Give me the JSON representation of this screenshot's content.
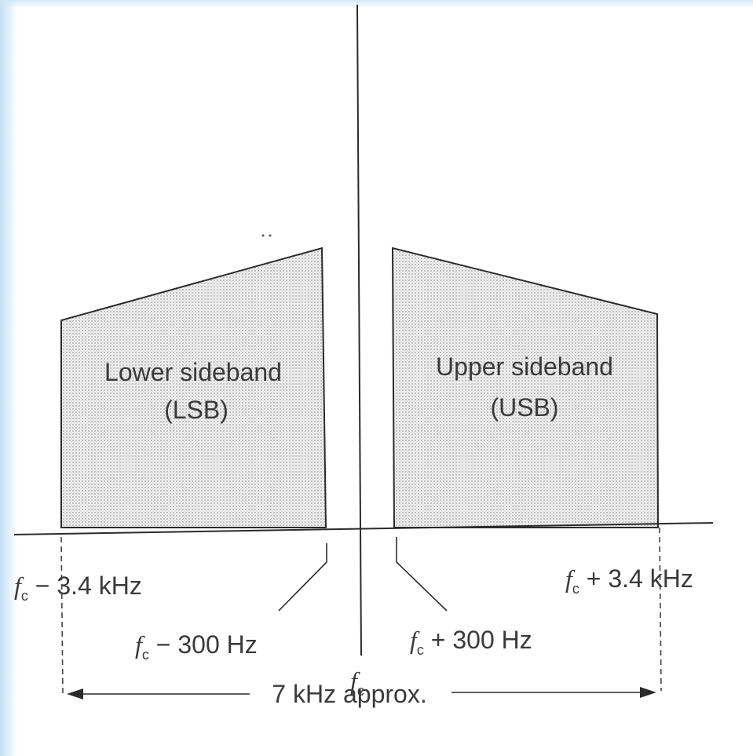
{
  "diagram": {
    "lower_sideband": {
      "line1": "Lower sideband",
      "line2": "(LSB)"
    },
    "upper_sideband": {
      "line1": "Upper sideband",
      "line2": "(USB)"
    },
    "labels": {
      "fc_minus_34": {
        "f": "f",
        "sub": "c",
        "rest": " − 3.4 kHz"
      },
      "fc_plus_34": {
        "f": "f",
        "sub": "c",
        "rest": " + 3.4 kHz"
      },
      "fc_minus_300": {
        "f": "f",
        "sub": "c",
        "rest": " − 300 Hz"
      },
      "fc_plus_300": {
        "f": "f",
        "sub": "c",
        "rest": " + 300 Hz"
      },
      "fc": {
        "f": "f",
        "sub": "c"
      }
    },
    "bandwidth_label": "7 kHz approx.",
    "colors": {
      "line": "#2b2b2b",
      "shade": "#d9d9d9",
      "frame_tint": "#cfe6f7"
    }
  }
}
